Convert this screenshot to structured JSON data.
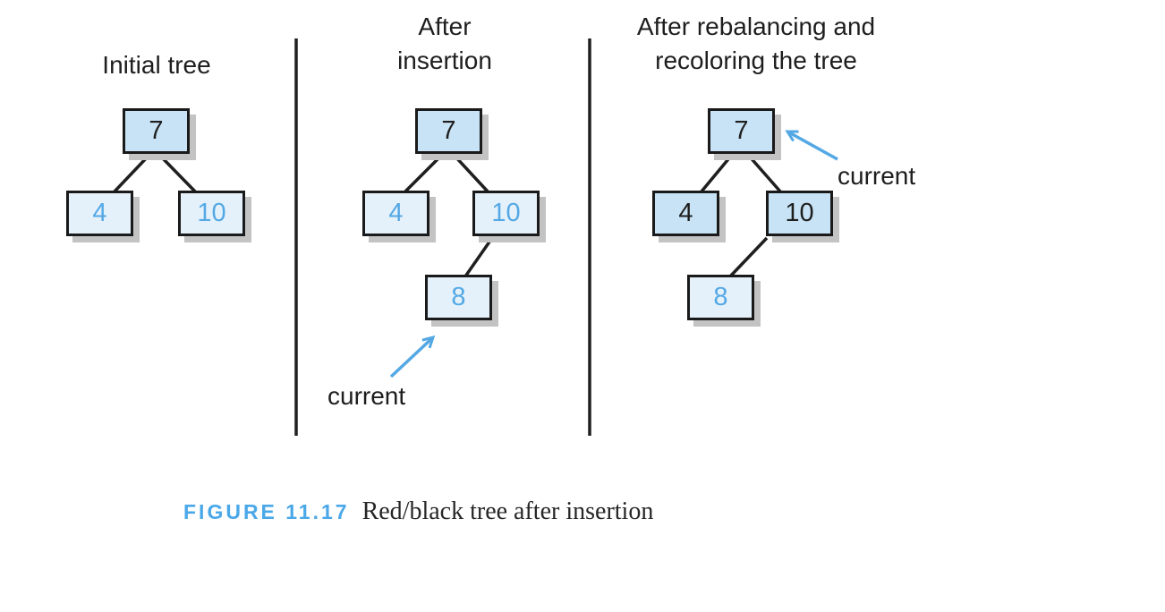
{
  "figure": {
    "label": "FIGURE 11.17",
    "caption": "Red/black tree after insertion"
  },
  "colors": {
    "accent_blue": "#54a8e4",
    "caption_label_blue": "#4aa8e8",
    "black_node_fill": "#c8e3f5",
    "red_node_fill": "#e4f1fb",
    "node_border": "#1a1a1a",
    "drop_shadow_gray": "#c3c3c3",
    "edge_black": "#1f1f1f"
  },
  "panels": [
    {
      "title_lines": [
        "Initial tree"
      ],
      "nodes": [
        {
          "value": "7",
          "role": "black-node"
        },
        {
          "value": "4",
          "role": "red-node"
        },
        {
          "value": "10",
          "role": "red-node"
        }
      ]
    },
    {
      "title_lines": [
        "After",
        "insertion"
      ],
      "annotation_label": "current",
      "nodes": [
        {
          "value": "7",
          "role": "black-node"
        },
        {
          "value": "4",
          "role": "red-node"
        },
        {
          "value": "10",
          "role": "red-node"
        },
        {
          "value": "8",
          "role": "red-node"
        }
      ]
    },
    {
      "title_lines": [
        "After rebalancing and",
        "recoloring the tree"
      ],
      "annotation_label": "current",
      "nodes": [
        {
          "value": "7",
          "role": "black-node"
        },
        {
          "value": "4",
          "role": "black-node"
        },
        {
          "value": "10",
          "role": "black-node"
        },
        {
          "value": "8",
          "role": "red-node"
        }
      ]
    }
  ]
}
